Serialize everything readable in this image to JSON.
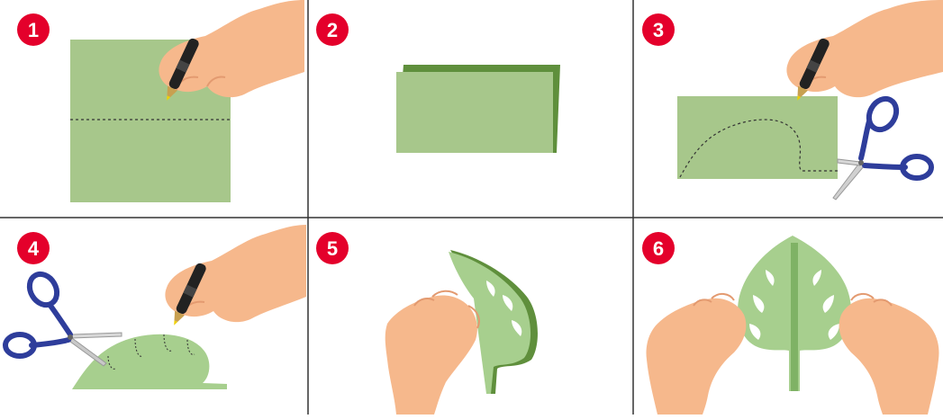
{
  "steps": [
    {
      "number": "1"
    },
    {
      "number": "2"
    },
    {
      "number": "3"
    },
    {
      "number": "4"
    },
    {
      "number": "5"
    },
    {
      "number": "6"
    }
  ],
  "colors": {
    "paper": "#a7c78b",
    "paper_dark": "#5f8f3c",
    "leaf": "#a7cf8e",
    "skin": "#f6b88c",
    "skin_shadow": "#e39a70",
    "badge": "#e4002b",
    "scissor_handle": "#2e3d9b",
    "marker": "#222222",
    "grid_line": "#333333"
  },
  "icons": [
    "hand-icon",
    "marker-icon",
    "scissors-icon",
    "folded-paper-icon",
    "leaf-icon"
  ]
}
